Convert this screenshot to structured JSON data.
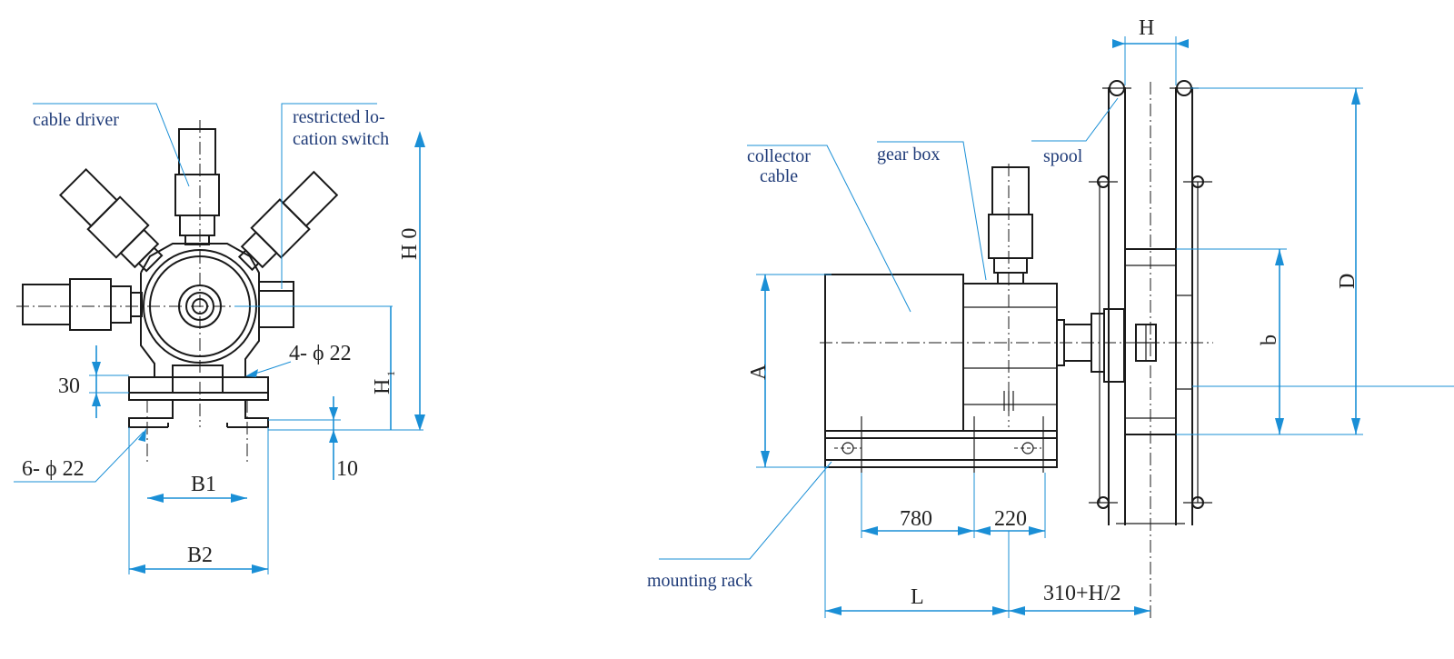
{
  "labels": {
    "cable_driver": "cable driver",
    "restricted_switch_line1": "restricted lo-",
    "restricted_switch_line2": "cation switch",
    "collector_cable_line1": "collector",
    "collector_cable_line2": "cable",
    "gear_box": "gear  box",
    "spool": "spool",
    "mounting_rack": "mounting rack"
  },
  "dimensions": {
    "H0": "H 0",
    "H1": "H",
    "H1_sub": "1",
    "d30": "30",
    "d10": "10",
    "holes_top": "4- ϕ 22",
    "holes_bottom": "6- ϕ 22",
    "B1": "B1",
    "B2": "B2",
    "H": "H",
    "A": "A",
    "D": "D",
    "b": "b",
    "d780": "780",
    "d220": "220",
    "L": "L",
    "offset": "310+H/2"
  }
}
